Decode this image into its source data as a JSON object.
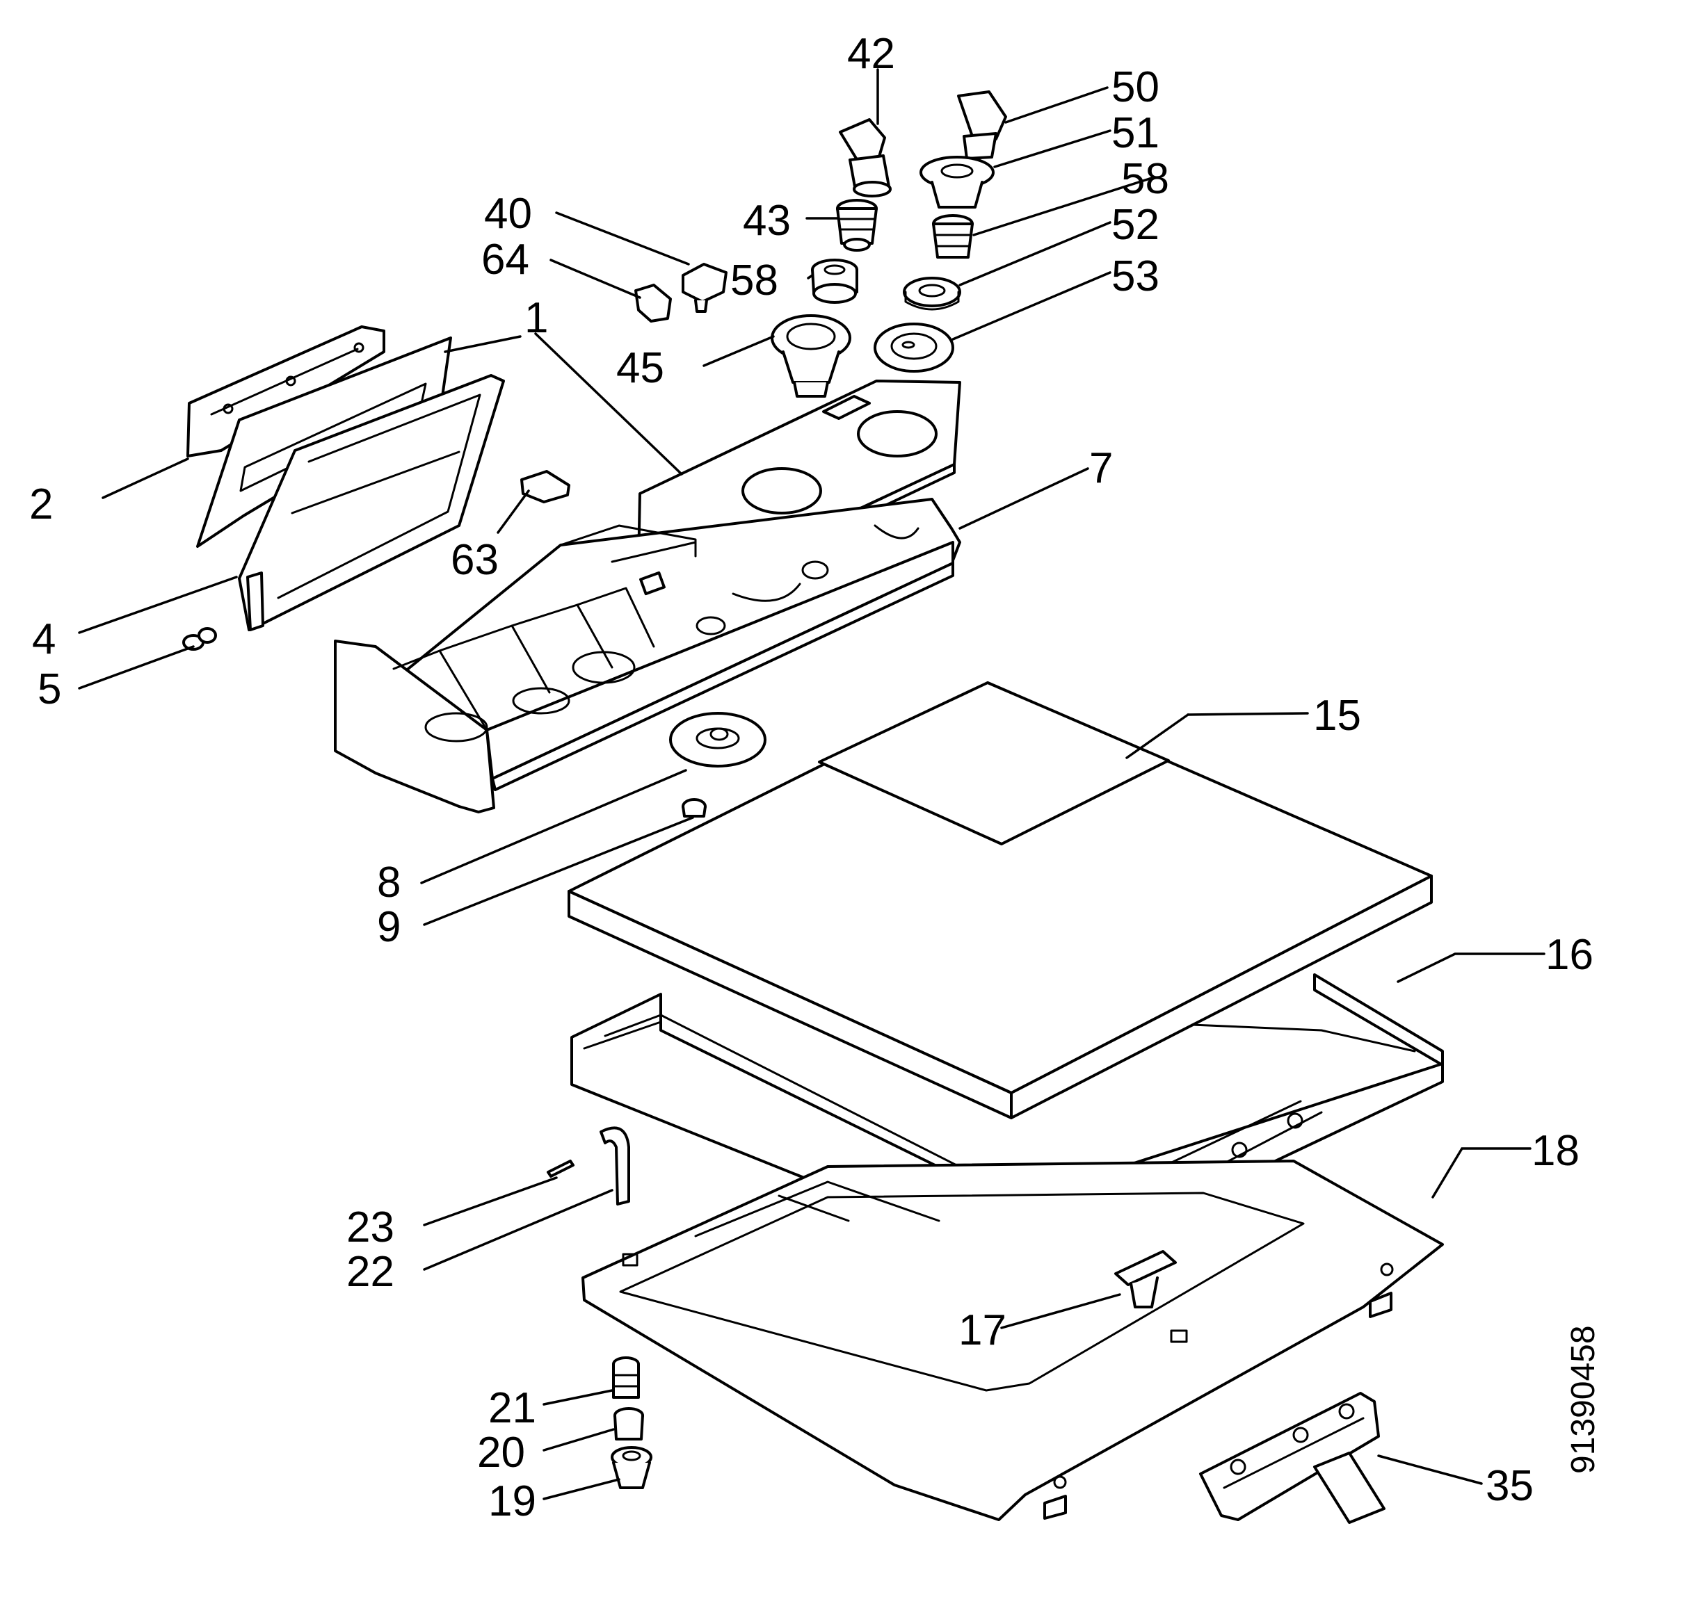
{
  "document_code": "91390458",
  "callouts": [
    {
      "id": "c42",
      "text": "42"
    },
    {
      "id": "c50",
      "text": "50"
    },
    {
      "id": "c51",
      "text": "51"
    },
    {
      "id": "c58a",
      "text": "58"
    },
    {
      "id": "c52",
      "text": "52"
    },
    {
      "id": "c53",
      "text": "53"
    },
    {
      "id": "c40",
      "text": "40"
    },
    {
      "id": "c43",
      "text": "43"
    },
    {
      "id": "c64",
      "text": "64"
    },
    {
      "id": "c58b",
      "text": "58"
    },
    {
      "id": "c45",
      "text": "45"
    },
    {
      "id": "c1",
      "text": "1"
    },
    {
      "id": "c2",
      "text": "2"
    },
    {
      "id": "c7",
      "text": "7"
    },
    {
      "id": "c63",
      "text": "63"
    },
    {
      "id": "c4",
      "text": "4"
    },
    {
      "id": "c5",
      "text": "5"
    },
    {
      "id": "c15",
      "text": "15"
    },
    {
      "id": "c8",
      "text": "8"
    },
    {
      "id": "c9",
      "text": "9"
    },
    {
      "id": "c16",
      "text": "16"
    },
    {
      "id": "c18",
      "text": "18"
    },
    {
      "id": "c23",
      "text": "23"
    },
    {
      "id": "c22",
      "text": "22"
    },
    {
      "id": "c17",
      "text": "17"
    },
    {
      "id": "c21",
      "text": "21"
    },
    {
      "id": "c20",
      "text": "20"
    },
    {
      "id": "c19",
      "text": "19"
    },
    {
      "id": "c35",
      "text": "35"
    }
  ]
}
